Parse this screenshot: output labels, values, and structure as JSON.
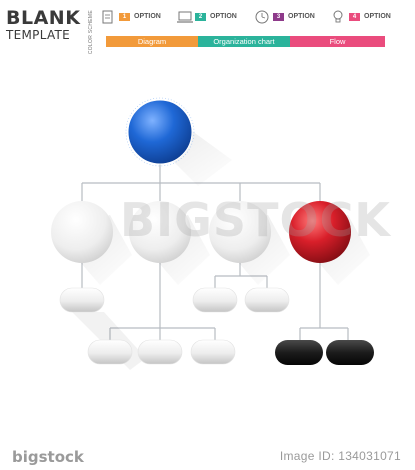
{
  "header": {
    "title": "BLANK",
    "subtitle": "TEMPLATE",
    "scheme_label": "COLOR SCHEME"
  },
  "options": [
    {
      "icon": "document-icon",
      "number": "1",
      "label": "OPTION",
      "color": "#f29a3a"
    },
    {
      "icon": "laptop-icon",
      "number": "2",
      "label": "OPTION",
      "color": "#2bb39b"
    },
    {
      "icon": "clock-icon",
      "number": "3",
      "label": "OPTION",
      "color": "#8e3a8a"
    },
    {
      "icon": "lightbulb-icon",
      "number": "4",
      "label": "OPTION",
      "color": "#ea4c7d"
    }
  ],
  "tabs": [
    {
      "label": "Diagram",
      "color": "#f29a3a"
    },
    {
      "label": "Organization chart",
      "color": "#2bb39b"
    },
    {
      "label": "Flow",
      "color": "#ea4c7d"
    }
  ],
  "diagram_colors": {
    "root": "#1f68d6",
    "highlight": "#d91f2a",
    "neutral": "#ececec",
    "dark": "#1c1c1c",
    "connector": "#b8bcc2"
  },
  "footer": {
    "brand": "bigstock",
    "image_id": "Image ID: 134031071"
  },
  "watermark": "BIGSTOCK"
}
